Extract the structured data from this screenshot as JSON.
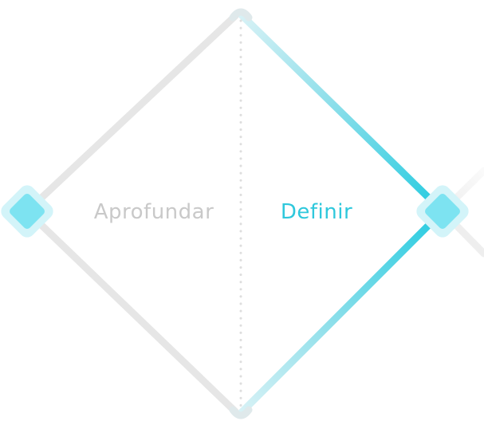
{
  "diagram": {
    "phases": [
      {
        "label": "Aprofundar",
        "state": "inactive"
      },
      {
        "label": "Definir",
        "state": "active"
      }
    ]
  },
  "colors": {
    "inactive_stroke": "#e6e6e6",
    "inactive_text": "#c9c9c9",
    "active_stroke": "#2fcde0",
    "active_stroke_light": "#c8eef3",
    "active_text": "#2fc8dc",
    "node_fill": "#7de3f1",
    "node_halo": "#d3f4f9",
    "divider": "#dedede"
  }
}
